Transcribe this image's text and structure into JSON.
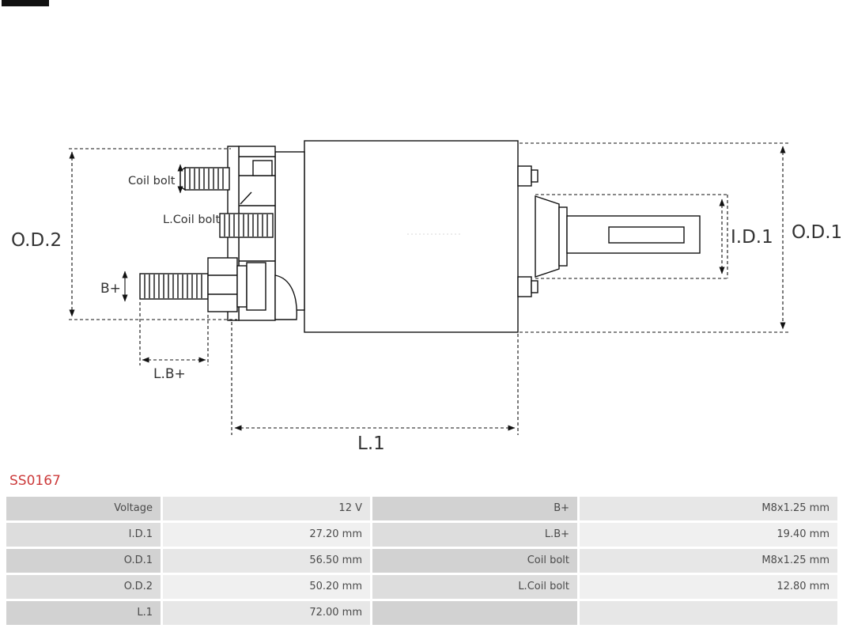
{
  "product": {
    "code": "SS0167"
  },
  "colors": {
    "accent_red": "#cc3b3b",
    "table_label_bg": "#d2d2d2",
    "table_value_bg": "#e7e7e7",
    "line_color": "#111111"
  },
  "diagram": {
    "labels": {
      "od2": "O.D.2",
      "od1": "O.D.1",
      "id1": "I.D.1",
      "l1": "L.1",
      "lb_plus": "L.B+",
      "b_plus": "B+",
      "coil_bolt": "Coil bolt",
      "l_coil_bolt": "L.Coil bolt"
    }
  },
  "spec_table": {
    "rows": [
      {
        "c1": "Voltage",
        "c2": "12 V",
        "c3": "B+",
        "c4": "M8x1.25 mm"
      },
      {
        "c1": "I.D.1",
        "c2": "27.20 mm",
        "c3": "L.B+",
        "c4": "19.40 mm"
      },
      {
        "c1": "O.D.1",
        "c2": "56.50 mm",
        "c3": "Coil bolt",
        "c4": "M8x1.25 mm"
      },
      {
        "c1": "O.D.2",
        "c2": "50.20 mm",
        "c3": "L.Coil bolt",
        "c4": "12.80 mm"
      },
      {
        "c1": "L.1",
        "c2": "72.00 mm",
        "c3": "",
        "c4": ""
      }
    ]
  }
}
